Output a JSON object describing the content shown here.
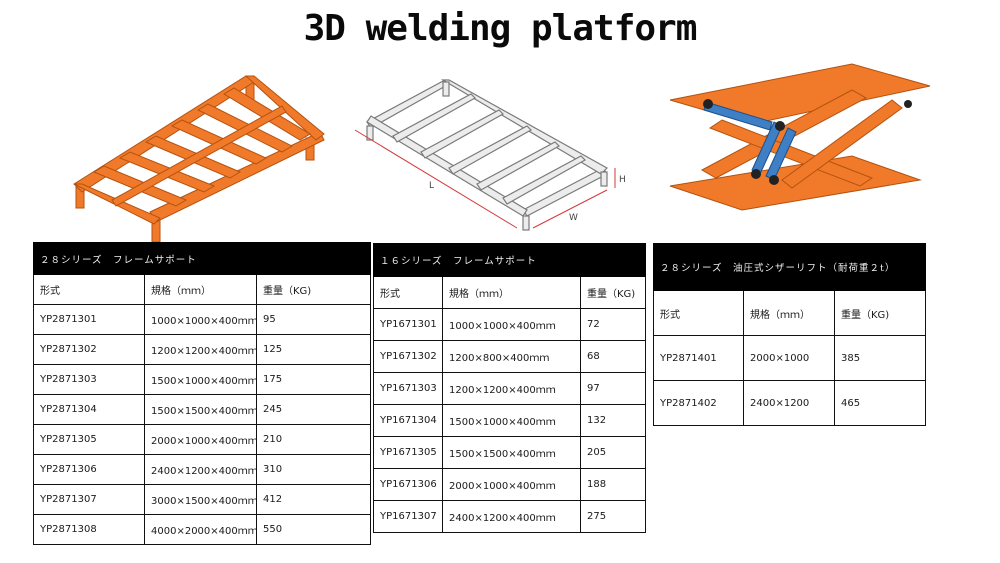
{
  "title": "3D welding platform",
  "illustrations": {
    "frame_dim_labels": {
      "length": "L",
      "width": "W",
      "height": "H"
    }
  },
  "colors": {
    "orange": "#f07a2a",
    "orange_dark": "#c85a12",
    "steel": "#e8e8e8",
    "steel_line": "#8a8a8a",
    "dim_red": "#d23a3a",
    "cylinder_blue": "#3e7fc6",
    "header_black": "#000000"
  },
  "tables": {
    "series28": {
      "title": "２８シリーズ　フレームサポート",
      "columns": [
        "形式",
        "規格（ｍｍ）",
        "重量（KG)"
      ],
      "rows": [
        [
          "YP2871301",
          "1000×1000×400ｍｍ",
          "95"
        ],
        [
          "YP2871302",
          "1200×1200×400ｍｍ",
          "125"
        ],
        [
          "YP2871303",
          "1500×1000×400ｍｍ",
          "175"
        ],
        [
          "YP2871304",
          "1500×1500×400ｍｍ",
          "245"
        ],
        [
          "YP2871305",
          "2000×1000×400ｍｍ",
          "210"
        ],
        [
          "YP2871306",
          "2400×1200×400ｍｍ",
          "310"
        ],
        [
          "YP2871307",
          "3000×1500×400ｍｍ",
          "412"
        ],
        [
          "YP2871308",
          "4000×2000×400ｍｍ",
          "550"
        ]
      ]
    },
    "series16": {
      "title": "１６シリーズ　フレームサポート",
      "columns": [
        "形式",
        "規格（ｍｍ）",
        "重量（KG)"
      ],
      "rows": [
        [
          "YP1671301",
          "1000×1000×400ｍｍ",
          "72"
        ],
        [
          "YP1671302",
          "1200×800×400ｍｍ",
          "68"
        ],
        [
          "YP1671303",
          "1200×1200×400ｍｍ",
          "97"
        ],
        [
          "YP1671304",
          "1500×1000×400ｍｍ",
          "132"
        ],
        [
          "YP1671305",
          "1500×1500×400ｍｍ",
          "205"
        ],
        [
          "YP1671306",
          "2000×1000×400ｍｍ",
          "188"
        ],
        [
          "YP1671307",
          "2400×1200×400ｍｍ",
          "275"
        ]
      ]
    },
    "lift": {
      "title": "２８シリーズ　油圧式シザーリフト（耐荷重２t）",
      "columns": [
        "形式",
        "規格（ｍｍ）",
        "重量（KG)"
      ],
      "rows": [
        [
          "YP2871401",
          "2000×1000",
          "385"
        ],
        [
          "YP2871402",
          "2400×1200",
          "465"
        ]
      ]
    }
  }
}
